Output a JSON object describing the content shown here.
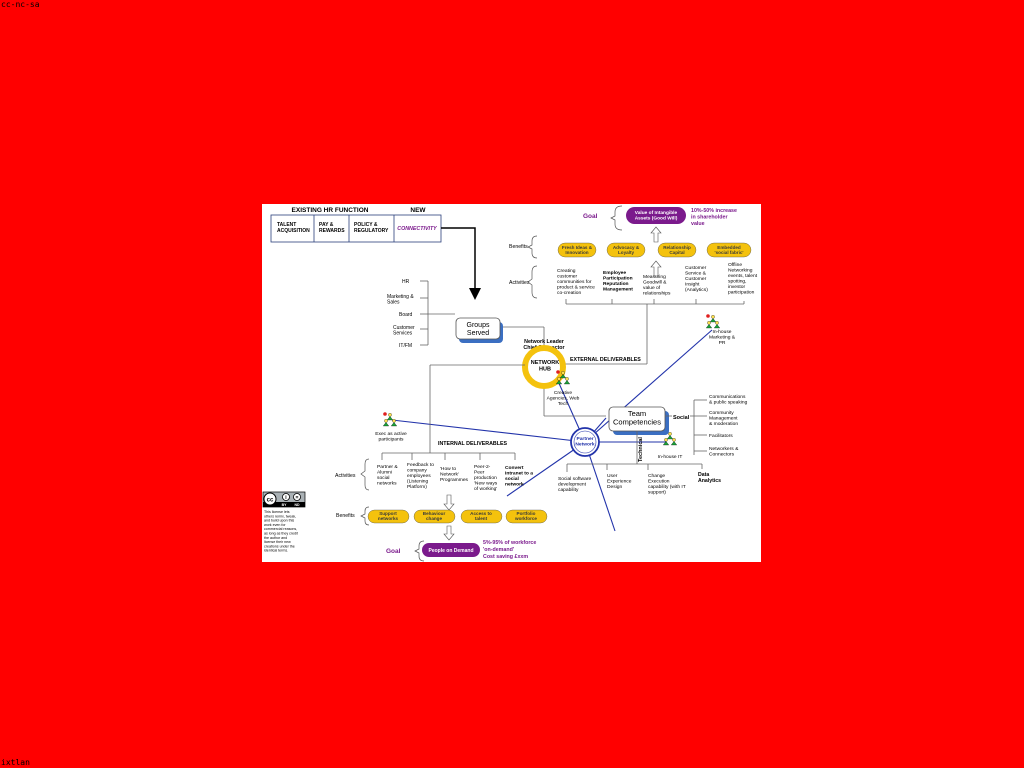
{
  "watermark_top": "cc-nc-sa",
  "watermark_bottom": "ixtlan",
  "hr_table": {
    "existing_header": "EXISTING HR FUNCTION",
    "new_header": "NEW",
    "cells": [
      [
        "TALENT",
        "ACQUISITION"
      ],
      [
        "PAY &",
        "REWARDS"
      ],
      [
        "POLICY &",
        "REGULATORY"
      ],
      [
        "CONNECTIVITY"
      ]
    ]
  },
  "top_goal": {
    "label": "Goal",
    "pill": [
      "Value of Intangible",
      "Assets (Good Will)"
    ],
    "note": [
      "10%-50% increase",
      "in shareholder",
      "value"
    ]
  },
  "top_benefits": {
    "label": "Benefits",
    "pills": [
      [
        "Fresh Ideas &",
        "Innovation"
      ],
      [
        "Advocacy &",
        "Loyalty"
      ],
      [
        "Relationship",
        "Capital"
      ],
      [
        "Embedded",
        "'social fabric'"
      ]
    ]
  },
  "top_activities": {
    "label": "Activities",
    "items": [
      [
        "Creating",
        "customer",
        "communities for",
        "product & service",
        "co-creation"
      ],
      [
        "Employee",
        "Participation",
        "Reputation",
        "Management"
      ],
      [
        "Measuring",
        "Goodwill &",
        "value of",
        "relationships"
      ],
      [
        "Customer",
        "Service &",
        "Customer",
        "Insight",
        "(Analytics)"
      ],
      [
        "Offline",
        "Networking",
        "events, talent",
        "spotting,",
        "investor",
        "participation"
      ]
    ]
  },
  "groups": {
    "items": [
      "HR",
      "Marketing &",
      "Sales",
      "Board",
      "Customer",
      "Services",
      "IT/FM"
    ],
    "box": [
      "Groups",
      "Served"
    ]
  },
  "hub": {
    "leader": [
      "Network Leader",
      "Chief Connector"
    ],
    "label": [
      "NETWORK",
      "HUB"
    ],
    "external": "EXTERNAL DELIVERABLES"
  },
  "nodes": {
    "inhouse_marketing": [
      "In-house",
      "Marketing &",
      "PR"
    ],
    "creative": [
      "Creative",
      "Agencies, Web",
      "Tech"
    ],
    "exec": [
      "Exec as active",
      "participants"
    ],
    "partner": [
      "Partner",
      "Network"
    ],
    "inhouse_it": "In-house IT"
  },
  "team": {
    "box": [
      "Team",
      "Competencies"
    ],
    "social": "Social",
    "technical": "Technical",
    "social_items": [
      [
        "Communications",
        "& public speaking"
      ],
      [
        "Community",
        "Management",
        "& moderation"
      ],
      [
        "Facilitators"
      ],
      [
        "Networkers &",
        "Connectors"
      ]
    ],
    "tech_items": [
      [
        "Social software",
        "development",
        "capability"
      ],
      [
        "User",
        "Experience",
        "Design"
      ],
      [
        "Change",
        "Execution",
        "capability (with IT",
        "support)"
      ],
      [
        "Data",
        "Analytics"
      ]
    ]
  },
  "internal": {
    "label": "INTERNAL DELIVERABLES",
    "activities_label": "Activities",
    "items": [
      [
        "Partner &",
        "Alumni",
        "social",
        "networks"
      ],
      [
        "Feedback to",
        "company",
        "employees",
        "(Listening",
        "Platform)"
      ],
      [
        "'How to",
        "Network'",
        "Programmes"
      ],
      [
        "Peer-2-",
        "Peer",
        "production",
        "'New ways",
        "of working'"
      ],
      [
        "Convert",
        "Intranet to a",
        "social",
        "network"
      ]
    ]
  },
  "bottom_benefits": {
    "label": "Benefits",
    "pills": [
      [
        "Support",
        "networks"
      ],
      [
        "Behaviour",
        "change"
      ],
      [
        "Access to",
        "talent"
      ],
      [
        "Portfolio",
        "workforce"
      ]
    ]
  },
  "bottom_goal": {
    "label": "Goal",
    "pill": "People on Demand",
    "note": [
      "5%-95% of workforce",
      "'on-demand'",
      "Cost saving £xxm"
    ]
  },
  "license": {
    "badge": [
      "cc",
      "i",
      "=",
      "BY",
      "ND"
    ],
    "text": [
      "This license lets",
      "others remix, tweak,",
      "and build upon this",
      "work even for",
      "commercial reasons,",
      "as long as they credit",
      "the author and",
      "license their new",
      "creations under the",
      "identical terms."
    ]
  },
  "colors": {
    "background": "#ff0000",
    "pill": "#f4c20d",
    "purple": "#7b1a8c",
    "blue": "#2233aa",
    "box_shadow": "#3b6fc2"
  }
}
